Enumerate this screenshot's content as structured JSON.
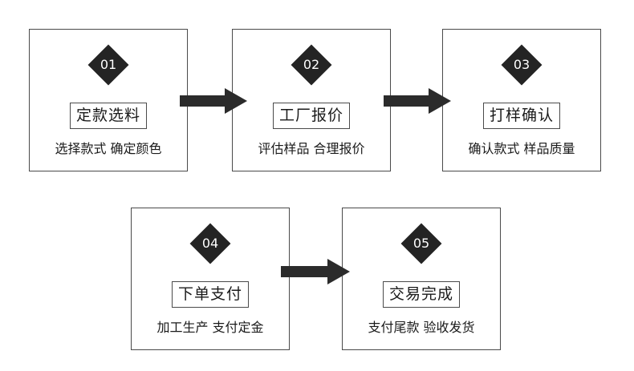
{
  "colors": {
    "diamond": "#242424",
    "border": "#4a4a4a",
    "arrow": "#2b2b2b",
    "text": "#1a1a1a"
  },
  "steps": [
    {
      "number": "01",
      "title": "定款选料",
      "description": "选择款式 确定颜色"
    },
    {
      "number": "02",
      "title": "工厂报价",
      "description": "评估样品 合理报价"
    },
    {
      "number": "03",
      "title": "打样确认",
      "description": "确认款式 样品质量"
    },
    {
      "number": "04",
      "title": "下单支付",
      "description": "加工生产 支付定金"
    },
    {
      "number": "05",
      "title": "交易完成",
      "description": "支付尾款 验收发货"
    }
  ]
}
